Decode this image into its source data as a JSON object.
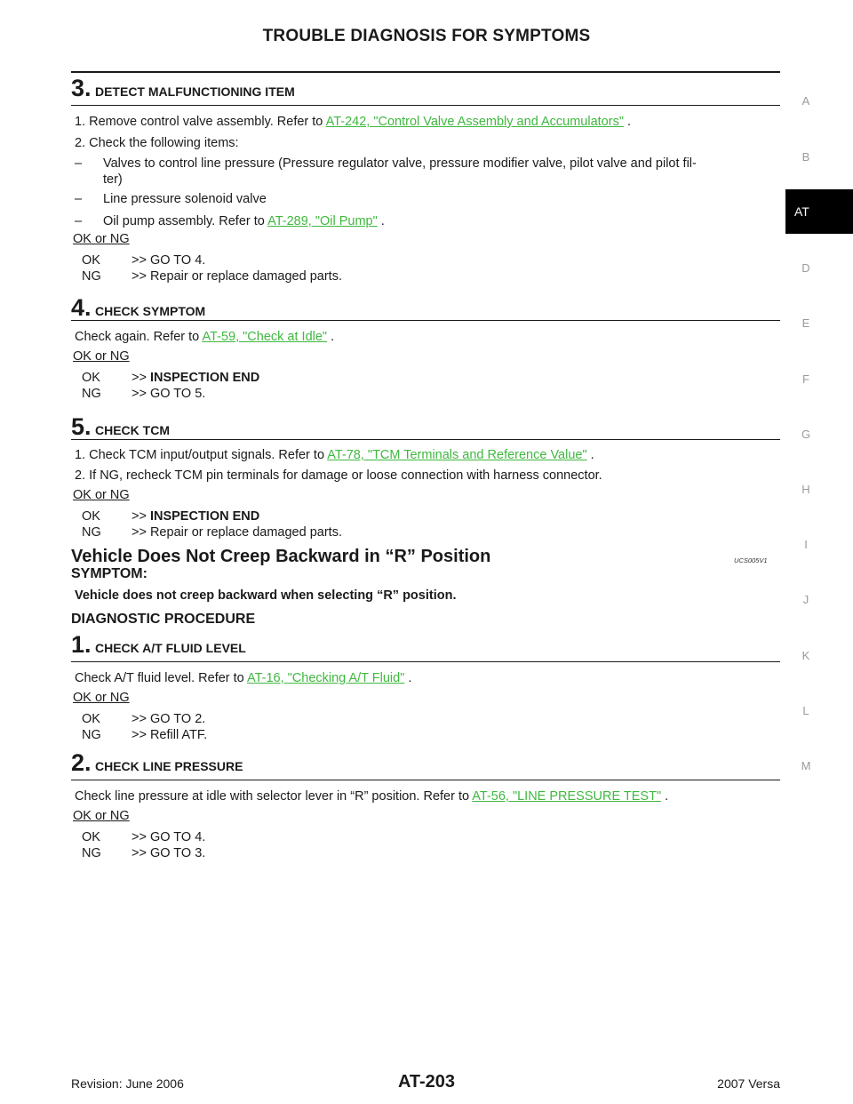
{
  "header": {
    "title": "TROUBLE DIAGNOSIS FOR SYMPTOMS"
  },
  "sidebar": {
    "letters": [
      "A",
      "B",
      "D",
      "E",
      "F",
      "G",
      "H",
      "I",
      "J",
      "K",
      "L",
      "M"
    ],
    "active_tab": "AT"
  },
  "step3": {
    "num": "3.",
    "title": "DETECT MALFUNCTIONING ITEM",
    "line1_prefix": "1.  Remove control valve assembly. Refer to ",
    "line1_link": "AT-242, \"Control Valve Assembly and Accumulators\"",
    "line1_suffix": " .",
    "line2": "2.  Check the following items:",
    "bullet1a": "Valves to control line pressure (Pressure regulator valve, pressure modifier valve, pilot valve and pilot fil-",
    "bullet1b": "ter)",
    "bullet2": "Line pressure solenoid valve",
    "bullet3_prefix": "Oil pump assembly. Refer to ",
    "bullet3_link": "AT-289, \"Oil Pump\"",
    "bullet3_suffix": " .",
    "okng": "OK or NG",
    "ok_key": "OK",
    "ok_val": ">> GO TO 4.",
    "ng_key": "NG",
    "ng_val": ">> Repair or replace damaged parts."
  },
  "step4": {
    "num": "4.",
    "title": "CHECK SYMPTOM",
    "line1_prefix": "Check again. Refer to ",
    "line1_link": "AT-59, \"Check at Idle\"",
    "line1_suffix": " .",
    "okng": "OK or NG",
    "ok_key": "OK",
    "ok_arrow": ">> ",
    "ok_val": "INSPECTION END",
    "ng_key": "NG",
    "ng_val": ">> GO TO 5."
  },
  "step5": {
    "num": "5.",
    "title": "CHECK TCM",
    "line1_prefix": "1.  Check TCM input/output signals. Refer to ",
    "line1_link": "AT-78, \"TCM Terminals and Reference Value\"",
    "line1_suffix": " .",
    "line2": "2.  If NG, recheck TCM pin terminals for damage or loose connection with harness connector.",
    "okng": "OK or NG",
    "ok_key": "OK",
    "ok_arrow": ">> ",
    "ok_val": "INSPECTION END",
    "ng_key": "NG",
    "ng_val": ">> Repair or replace damaged parts."
  },
  "section": {
    "title": "Vehicle Does Not Creep Backward in “R” Position",
    "code": "UCS005V1",
    "symptom_label": "SYMPTOM:",
    "symptom_text": "Vehicle does not creep backward when selecting “R” position.",
    "procedure_label": "DIAGNOSTIC PROCEDURE"
  },
  "stepB1": {
    "num": "1.",
    "title": "CHECK A/T FLUID LEVEL",
    "line1_prefix": "Check A/T fluid level. Refer to ",
    "line1_link": "AT-16, \"Checking A/T Fluid\"",
    "line1_suffix": " .",
    "okng": "OK or NG",
    "ok_key": "OK",
    "ok_val": ">> GO TO 2.",
    "ng_key": "NG",
    "ng_val": ">> Refill ATF."
  },
  "stepB2": {
    "num": "2.",
    "title": "CHECK LINE PRESSURE",
    "line1_prefix": "Check line pressure at idle with selector lever in “R” position. Refer to ",
    "line1_link": "AT-56, \"LINE PRESSURE TEST\"",
    "line1_suffix": " .",
    "okng": "OK or NG",
    "ok_key": "OK",
    "ok_val": ">> GO TO 4.",
    "ng_key": "NG",
    "ng_val": ">> GO TO 3."
  },
  "footer": {
    "revision": "Revision: June 2006",
    "page": "AT-203",
    "model": "2007 Versa"
  }
}
